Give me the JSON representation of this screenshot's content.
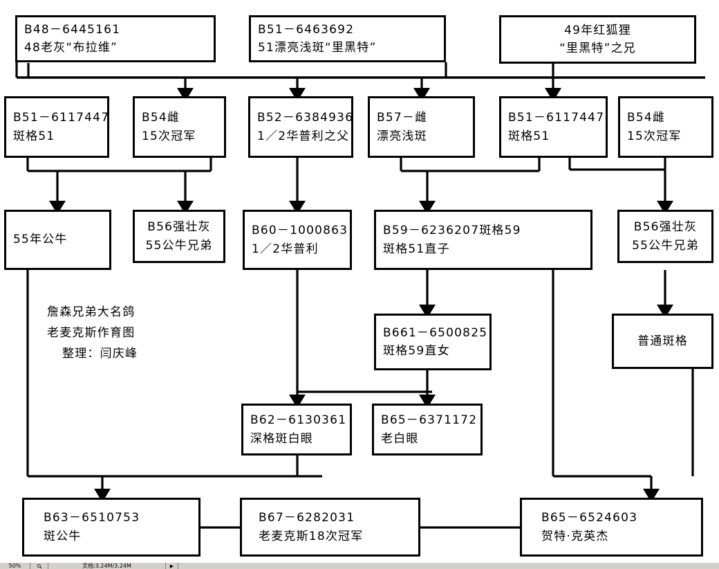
{
  "document": {
    "title": "詹森兄弟大名鸽 老麦克斯作育图",
    "credit_label": "整理：闫庆峰"
  },
  "caption": {
    "lines": [
      "詹森兄弟大名鸽",
      "老麦克斯作育图",
      "整理：闫庆峰"
    ]
  },
  "nodes": [
    {
      "id": "b48",
      "lines": [
        "B48－6445161",
        "48老灰“布拉维”"
      ]
    },
    {
      "id": "b51_6463",
      "lines": [
        "B51－6463692",
        "51漂亮浅斑“里黑特”"
      ]
    },
    {
      "id": "fox49",
      "lines": [
        "49年红狐狸",
        "“里黑特”之兄"
      ]
    },
    {
      "id": "b51_l",
      "lines": [
        "B51－6117447",
        "斑格51"
      ]
    },
    {
      "id": "b54_l",
      "lines": [
        "B54雌",
        "15次冠军"
      ]
    },
    {
      "id": "b52",
      "lines": [
        "B52－6384936",
        "1／2华普利之父"
      ]
    },
    {
      "id": "b57",
      "lines": [
        "B57－雌",
        "漂亮浅斑"
      ]
    },
    {
      "id": "b51_r",
      "lines": [
        "B51－6117447",
        "斑格51"
      ]
    },
    {
      "id": "b54_r",
      "lines": [
        "B54雌",
        "15次冠军"
      ]
    },
    {
      "id": "bull55",
      "lines": [
        "55年公牛"
      ]
    },
    {
      "id": "b56_l",
      "lines": [
        "B56强壮灰",
        "55公牛兄弟"
      ]
    },
    {
      "id": "b60",
      "lines": [
        "B60－1000863",
        "1／2华普利"
      ]
    },
    {
      "id": "b59",
      "lines": [
        "B59－6236207斑格59",
        "斑格51直子"
      ]
    },
    {
      "id": "b56_r",
      "lines": [
        "B56强壮灰",
        "55公牛兄弟"
      ]
    },
    {
      "id": "b661",
      "lines": [
        "B661－6500825",
        "斑格59直女"
      ]
    },
    {
      "id": "plain",
      "lines": [
        "普通斑格"
      ]
    },
    {
      "id": "b62",
      "lines": [
        "B62－6130361",
        "深格斑白眼"
      ]
    },
    {
      "id": "b65_6371",
      "lines": [
        "B65－6371172",
        "老白眼"
      ]
    },
    {
      "id": "b63",
      "lines": [
        "B63－6510753",
        "斑公牛"
      ]
    },
    {
      "id": "b67",
      "lines": [
        "B67－6282031",
        "老麦克斯18次冠军"
      ]
    },
    {
      "id": "b65_6524",
      "lines": [
        "B65－6524603",
        "贺特·克英杰"
      ]
    }
  ],
  "statusbar": {
    "zoom": "50%",
    "icon": "magnifier-icon",
    "doc_info": "文档:3.24M/3.24M",
    "arrow": "▶"
  },
  "colors": {
    "stroke": "#000000",
    "background": "#ffffff",
    "statusbar_bg": "#d4d0c8"
  }
}
